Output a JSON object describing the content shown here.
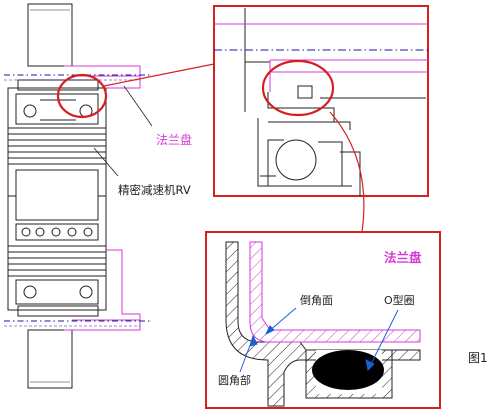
{
  "labels": {
    "flange_main": "法兰盘",
    "reducer": "精密减速机RV",
    "flange_zoom": "法兰盘",
    "chamfer_face": "倒角面",
    "o_ring": "O型圈",
    "fillet": "圆角部",
    "figure": "图1"
  },
  "colors": {
    "outline": "#222222",
    "flange": "#d63ad6",
    "callout": "#d62020",
    "centerline": "#1a1aa8",
    "leader": "#1a5fd6",
    "oring": "#000000"
  }
}
